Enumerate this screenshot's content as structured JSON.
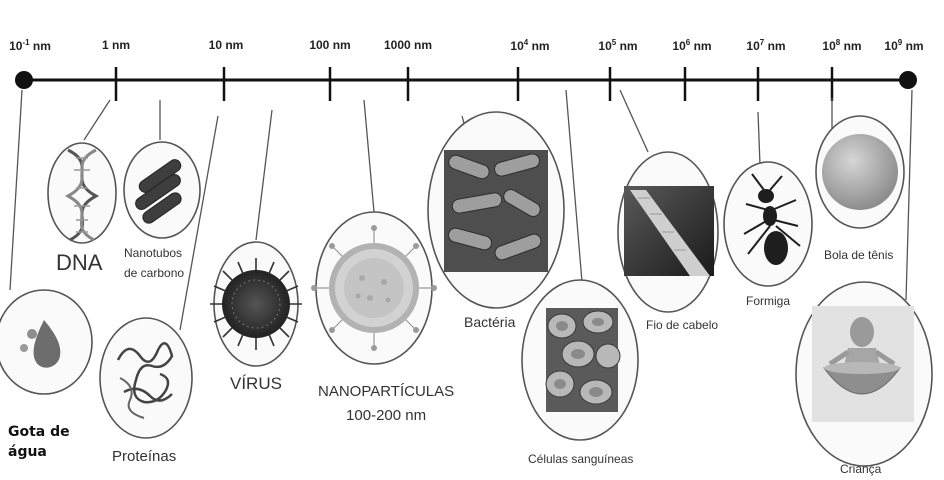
{
  "scale": {
    "ticks": [
      {
        "base": "10",
        "exp": "-1",
        "unit": "nm"
      },
      {
        "base": "1",
        "exp": "",
        "unit": "nm"
      },
      {
        "base": "10",
        "exp": "",
        "unit": "nm"
      },
      {
        "base": "100",
        "exp": "",
        "unit": "nm"
      },
      {
        "base": "1000",
        "exp": "",
        "unit": "nm"
      },
      {
        "base": "10",
        "exp": "4",
        "unit": "nm"
      },
      {
        "base": "10",
        "exp": "5",
        "unit": "nm"
      },
      {
        "base": "10",
        "exp": "6",
        "unit": "nm"
      },
      {
        "base": "10",
        "exp": "7",
        "unit": "nm"
      },
      {
        "base": "10",
        "exp": "8",
        "unit": "nm"
      },
      {
        "base": "10",
        "exp": "9",
        "unit": "nm"
      }
    ]
  },
  "objects": {
    "gota": {
      "line1": "Gota de",
      "line2": "água"
    },
    "dna": {
      "label": "DNA"
    },
    "nanotubos": {
      "line1": "Nanotubos",
      "line2": "de carbono"
    },
    "proteinas": {
      "label": "Proteínas"
    },
    "virus": {
      "label": "VÍRUS"
    },
    "nanoparticulas": {
      "line1": "NANOPARTÍCULAS",
      "line2": "100-200 nm"
    },
    "bacteria": {
      "label": "Bactéria"
    },
    "celulas": {
      "label": "Células sanguíneas"
    },
    "fio": {
      "label": "Fio de cabelo"
    },
    "formiga": {
      "label": "Formiga"
    },
    "bola": {
      "label": "Bola de tênis"
    },
    "crianca": {
      "label": "Criança"
    }
  },
  "colors": {
    "axis": "#111111",
    "outline": "#555555",
    "image_gray": "#8a8a8a"
  }
}
